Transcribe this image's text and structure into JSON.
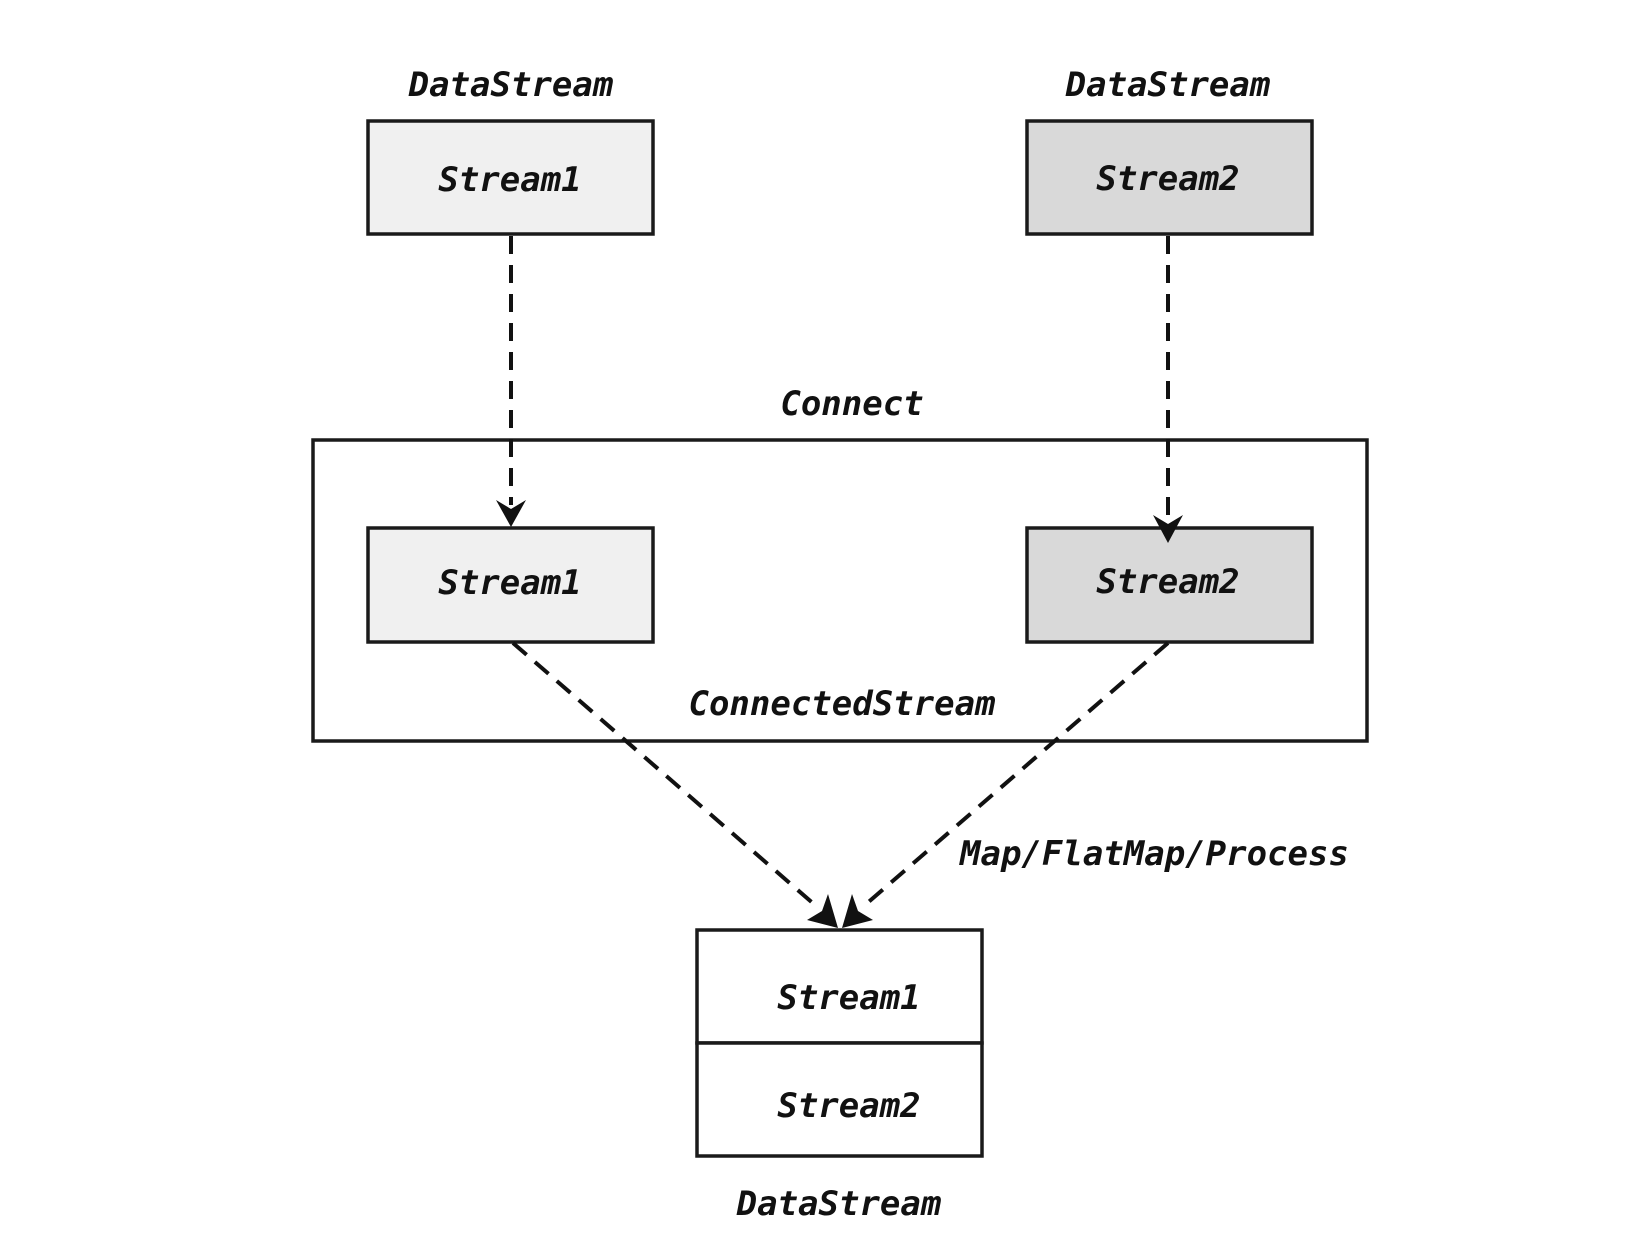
{
  "top_left": {
    "caption": "DataStream",
    "box_label": "Stream1",
    "fill": "#f0f0f0"
  },
  "top_right": {
    "caption": "DataStream",
    "box_label": "Stream2",
    "fill": "#d9d9d9"
  },
  "connect": {
    "title": "Connect",
    "caption": "ConnectedStream",
    "left_label": "Stream1",
    "right_label": "Stream2"
  },
  "edge_label": "Map/FlatMap/Process",
  "output": {
    "row1_label": "Stream1",
    "row2_label": "Stream2",
    "caption": "DataStream"
  },
  "colors": {
    "stream1_fill": "#f0f0f0",
    "stream2_fill": "#d9d9d9",
    "stroke": "#1a1a1a"
  }
}
